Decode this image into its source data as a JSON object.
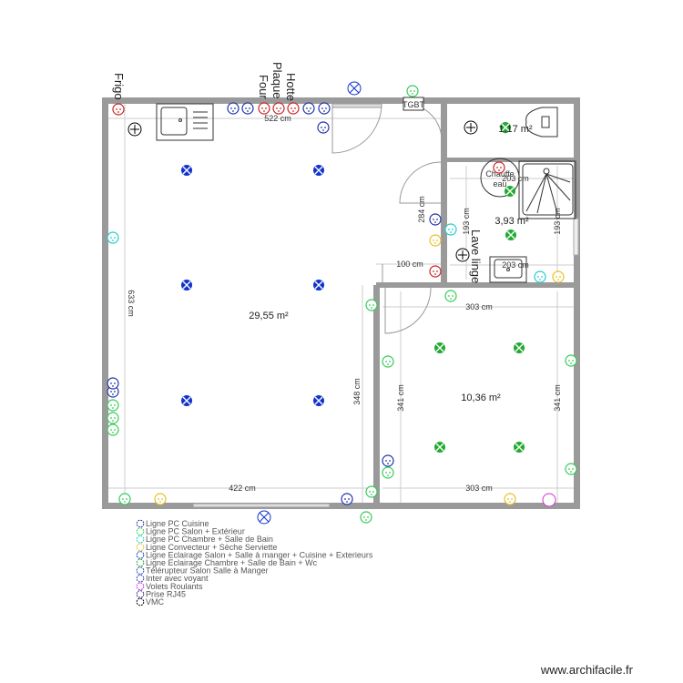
{
  "rooms": {
    "living": "29,55 m²",
    "bathroom": "3,93 m²",
    "bedroom": "10,36 m²",
    "wc": "1,17 m²"
  },
  "dimensions": {
    "top": "522 cm",
    "left": "633 cm",
    "bottom_left": "422 cm",
    "inner_vertical": "348 cm",
    "hall_vertical": "284 cm",
    "hall_horizontal": "100 cm",
    "bedroom_top": "303 cm",
    "bedroom_bottom": "303 cm",
    "bedroom_left": "341 cm",
    "bedroom_right": "341 cm",
    "bath_left": "193 cm",
    "bath_right": "193 cm",
    "bath_top": "203 cm",
    "bath_bottom": "203 cm"
  },
  "appliances": {
    "frigo": "Frigo",
    "four": "Four",
    "plaque": "Plaque",
    "hotte": "Hotte",
    "lave_linge": "Lave linge",
    "chauffe_eau": [
      "Chauffe",
      "eau"
    ],
    "tgbt": "TGBT"
  },
  "legend": [
    {
      "label": "Ligne PC Cuisine",
      "color": "#2233aa"
    },
    {
      "label": "Ligne PC Salon + Extérieur",
      "color": "#33cc55"
    },
    {
      "label": "Ligne PC Chambre + Salle de Bain",
      "color": "#22cccc"
    },
    {
      "label": "Ligne Convecteur + Sèche Serviette",
      "color": "#e8c020"
    },
    {
      "label": "Ligne Eclairage Salon + Salle à manger + Cuisine + Exterieurs",
      "color": "#1133cc"
    },
    {
      "label": "Ligne Eclairage Chambre + Salle de Bain + Wc",
      "color": "#22aa33"
    },
    {
      "label": "Télérupteur Salon Salle à Manger",
      "color": "#2244aa"
    },
    {
      "label": "Inter avec voyant",
      "color": "#3344bb"
    },
    {
      "label": "Volets Roulants",
      "color": "#cc33cc"
    },
    {
      "label": "Prise RJ45",
      "color": "#222288"
    },
    {
      "label": "VMC",
      "color": "#000000"
    }
  ],
  "watermark": "www.archifacile.fr"
}
